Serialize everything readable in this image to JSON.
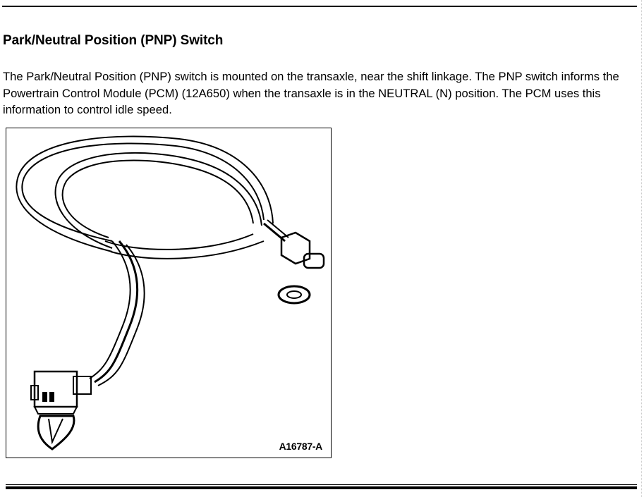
{
  "section": {
    "title": "Park/Neutral Position (PNP) Switch",
    "paragraph": "The Park/Neutral Position (PNP) switch is mounted on the transaxle, near the shift linkage. The PNP switch informs the Powertrain Control Module (PCM) (12A650) when the transaxle is in the NEUTRAL (N) position. The PCM uses this information to control idle speed."
  },
  "figure": {
    "label": "A16787-A"
  }
}
